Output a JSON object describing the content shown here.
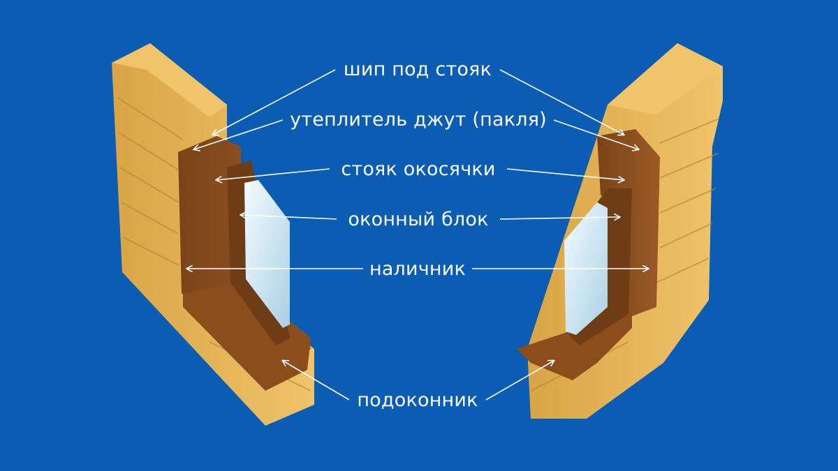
{
  "colors": {
    "background": "#0a5db3",
    "timber": "#e6b454",
    "timber_dark": "#c99235",
    "casing": "#8a4f1f",
    "casing_dark": "#6b3a14",
    "glass": "#dfeef6",
    "text": "#ffffff"
  },
  "labels": {
    "tenon": "шип под стояк",
    "insulation": "утеплитель джут (пакля)",
    "jamb": "стояк окосячки",
    "window_unit": "оконный блок",
    "trim": "наличник",
    "sill": "подоконник"
  }
}
